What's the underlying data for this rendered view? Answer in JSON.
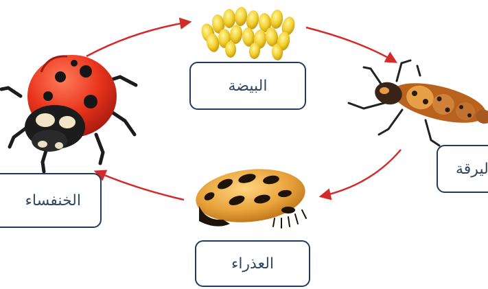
{
  "labels": {
    "egg": "البيضة",
    "larva": "اليرقة",
    "pupa": "العذراء",
    "adult": "الخنفساء"
  },
  "stage_icons": [
    "egg-cluster-icon",
    "larva-icon",
    "pupa-icon",
    "ladybug-icon"
  ],
  "colors": {
    "arrow": "#d42a2a",
    "box_border": "#1f3a5f",
    "text": "#2f4760"
  }
}
